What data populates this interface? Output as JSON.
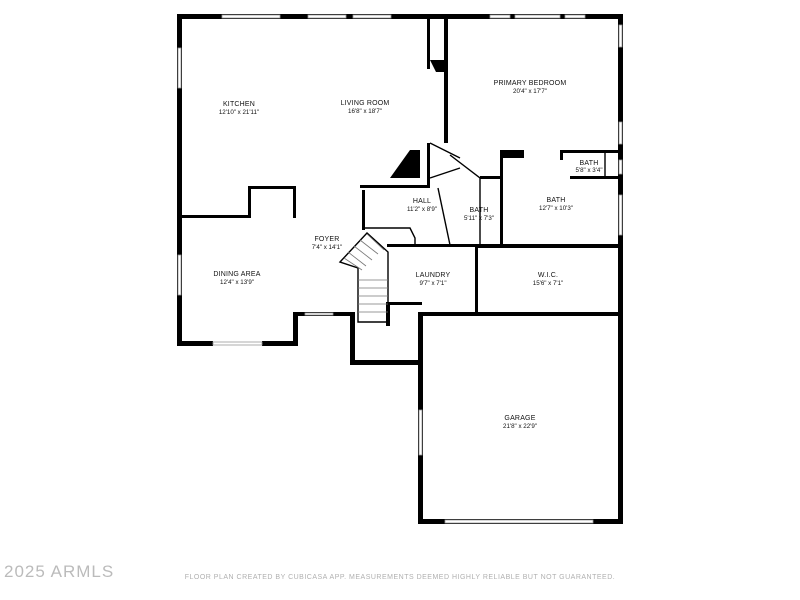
{
  "rooms": {
    "kitchen": {
      "name": "KITCHEN",
      "dims": "12'10\" x 21'11\""
    },
    "living_room": {
      "name": "LIVING ROOM",
      "dims": "16'8\" x 18'7\""
    },
    "primary_bedroom": {
      "name": "PRIMARY BEDROOM",
      "dims": "20'4\" x 17'7\""
    },
    "hall": {
      "name": "HALL",
      "dims": "11'2\" x 8'9\""
    },
    "bath_hall": {
      "name": "BATH",
      "dims": "5'11\" x 7'3\""
    },
    "bath_primary": {
      "name": "BATH",
      "dims": "12'7\" x 10'3\""
    },
    "bath_small": {
      "name": "BATH",
      "dims": "5'8\" x 3'4\""
    },
    "foyer": {
      "name": "FOYER",
      "dims": "7'4\" x 14'1\""
    },
    "dining_area": {
      "name": "DINING AREA",
      "dims": "12'4\" x 13'9\""
    },
    "laundry": {
      "name": "LAUNDRY",
      "dims": "9'7\" x 7'1\""
    },
    "wic": {
      "name": "W.I.C.",
      "dims": "15'6\" x 7'1\""
    },
    "garage": {
      "name": "GARAGE",
      "dims": "21'8\" x 22'9\""
    }
  },
  "watermark": "2025 ARMLS",
  "disclaimer": "FLOOR PLAN CREATED BY CUBICASA APP. MEASUREMENTS DEEMED HIGHLY RELIABLE BUT NOT GUARANTEED."
}
